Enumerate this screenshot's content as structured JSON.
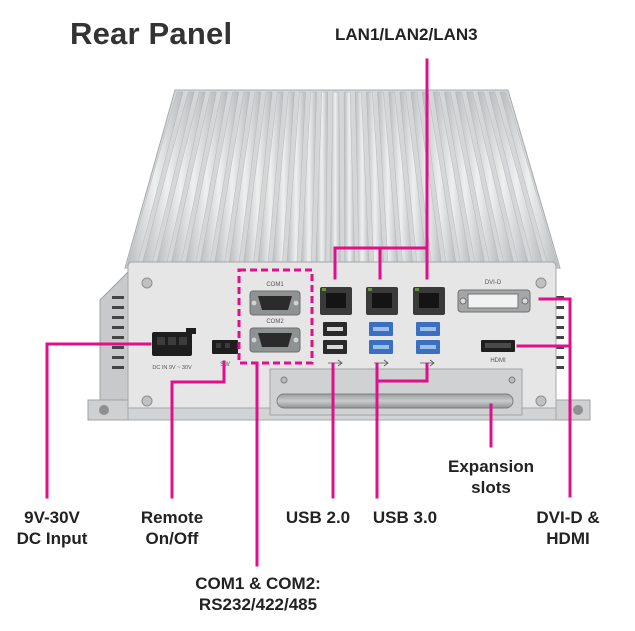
{
  "title": "Rear Panel",
  "colors": {
    "callout_line": "#e0108c",
    "chassis": "#d8d9d9",
    "panel": "#e6e6e6"
  },
  "callouts": {
    "lan": "LAN1/LAN2/LAN3",
    "dc_input": {
      "line1": "9V-30V",
      "line2": "DC Input"
    },
    "remote": {
      "line1": "Remote",
      "line2": "On/Off"
    },
    "usb2": "USB 2.0",
    "usb3": "USB 3.0",
    "expansion": {
      "line1": "Expansion",
      "line2": "slots"
    },
    "dvi_hdmi": {
      "line1": "DVI-D &",
      "line2": "HDMI"
    },
    "com": {
      "line1": "COM1 & COM2:",
      "line2": "RS232/422/485"
    }
  },
  "panel_labels": {
    "com1": "COM1",
    "com2": "COM2",
    "dvi": "DVI-D",
    "hdmi": "HDMI",
    "sw": "SW",
    "dc": "DC  IN  9V ~ 30V"
  }
}
